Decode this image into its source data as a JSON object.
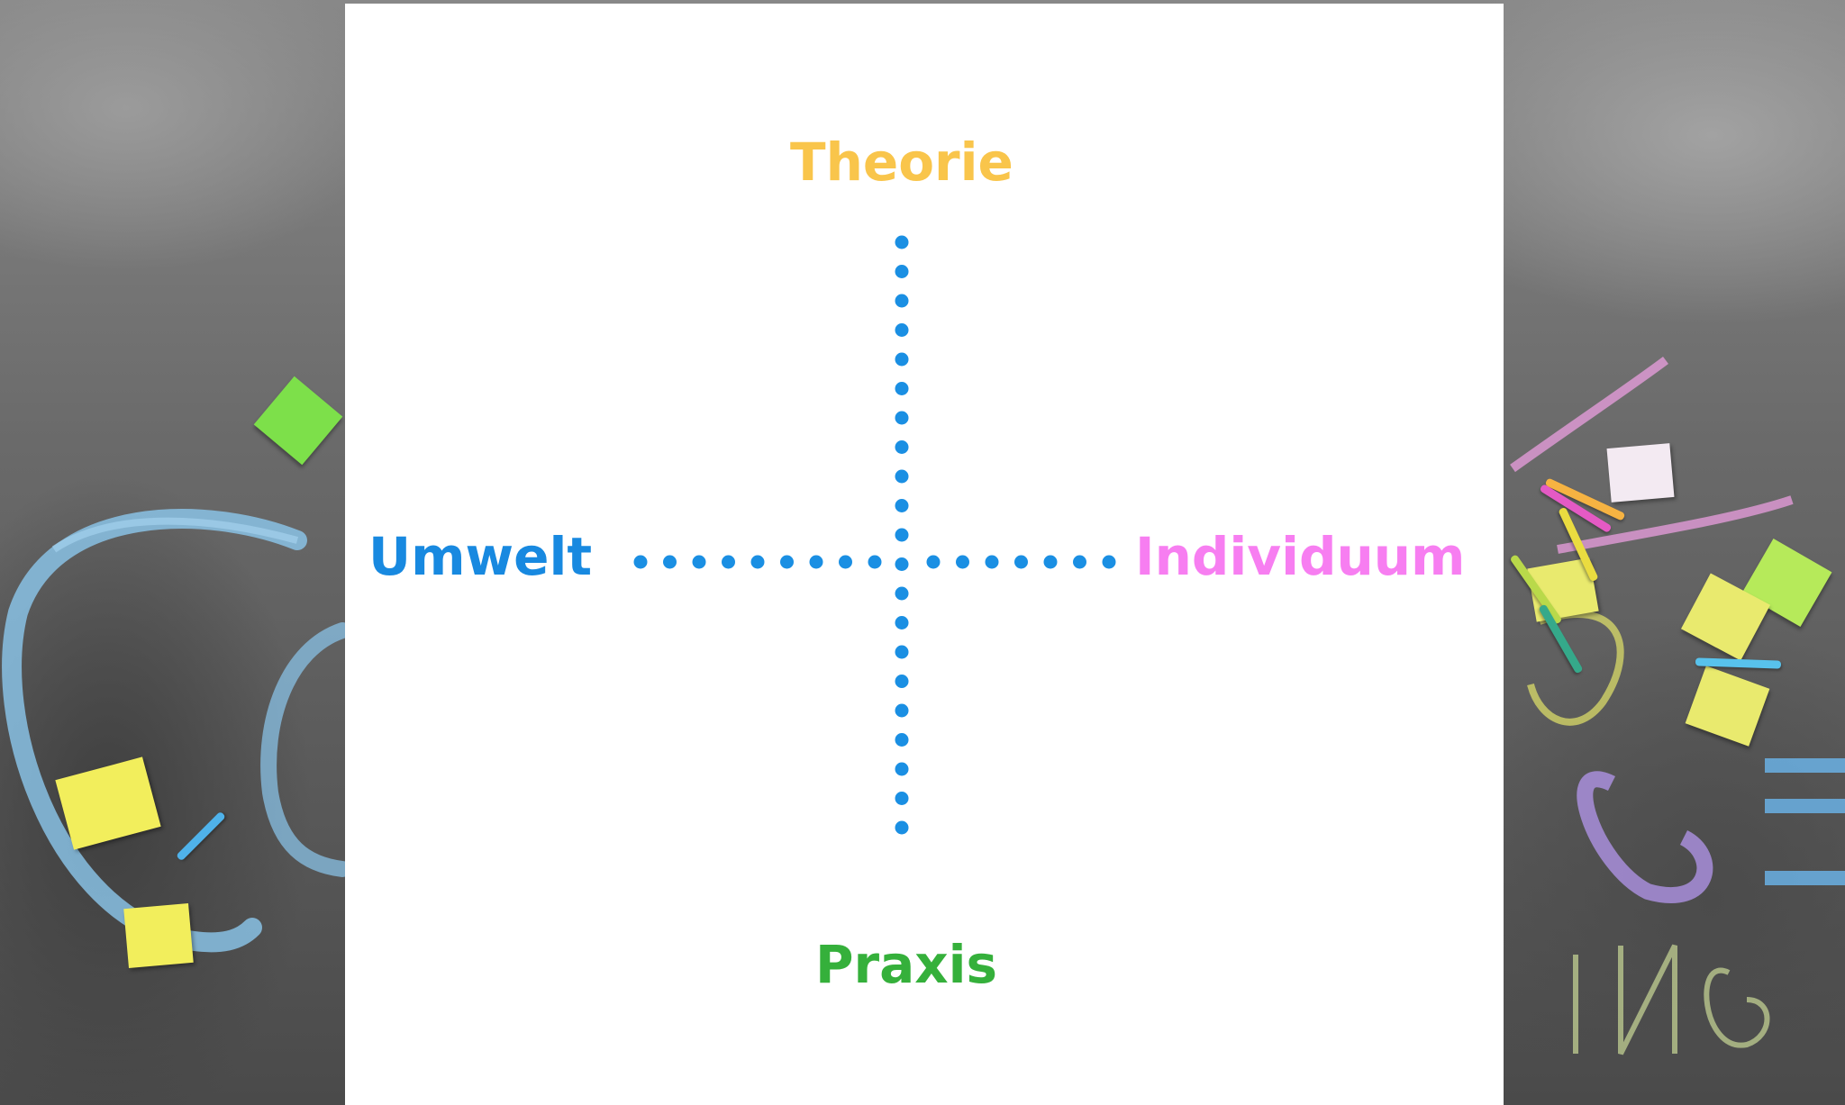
{
  "diagram": {
    "labels": {
      "top": "Theorie",
      "bottom": "Praxis",
      "left": "Umwelt",
      "right": "Individuum"
    },
    "colors": {
      "top": "#f9c54b",
      "bottom": "#35b03b",
      "left": "#1889e0",
      "right": "#f77ef1",
      "dots": "#1a8fe3",
      "panel": "#ffffff"
    }
  }
}
